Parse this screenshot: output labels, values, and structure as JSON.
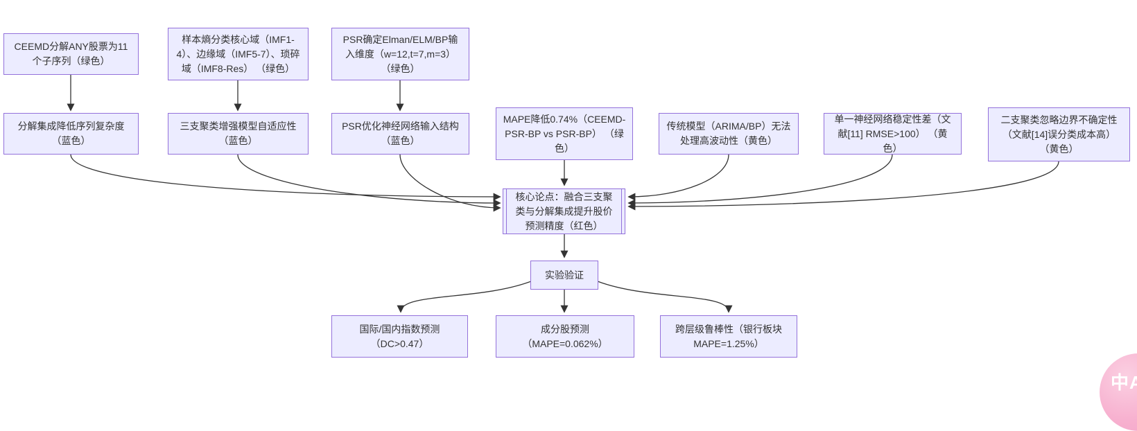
{
  "diagram": {
    "colors": {
      "node_fill": "#ececff",
      "node_border": "#9370db",
      "edge": "#333333",
      "text": "#333333",
      "translate_button_pink": "#f7b0cf"
    },
    "nodes": {
      "r1c1": {
        "label": "CEEMD分解ANY股票为11个子序列（绿色）"
      },
      "r1c2": {
        "label": "样本熵分类核心域（IMF1-4）、边缘域（IMF5-7）、琐碎域（IMF8-Res） （绿色）"
      },
      "r1c3": {
        "label": "PSR确定Elman/ELM/BP输入维度（w=12,t=7,m=3） （绿色）"
      },
      "r2c1": {
        "label": "分解集成降低序列复杂度（蓝色）"
      },
      "r2c2": {
        "label": "三支聚类增强模型自适应性（蓝色）"
      },
      "r2c3": {
        "label": "PSR优化神经网络输入结构（蓝色）"
      },
      "r2c4": {
        "label": "MAPE降低0.74%（CEEMD-PSR-BP vs PSR-BP） （绿色）"
      },
      "r2c5": {
        "label": "传统模型（ARIMA/BP）无法处理高波动性（黄色）"
      },
      "r2c6": {
        "label": "单一神经网络稳定性差（文献[11] RMSE>100） （黄色）"
      },
      "r2c7": {
        "label": "二支聚类忽略边界不确定性（文献[14]误分类成本高） （黄色）"
      },
      "core": {
        "label": "核心论点：融合三支聚类与分解集成提升股价预测精度（红色）"
      },
      "experiment": {
        "label": "实验验证"
      },
      "b1": {
        "label": "国际/国内指数预测（DC>0.47）"
      },
      "b2": {
        "label": "成分股预测（MAPE=0.062%）"
      },
      "b3": {
        "label": "跨层级鲁棒性（银行板块MAPE=1.25%）"
      }
    },
    "translate_button": {
      "label": "中A"
    }
  }
}
